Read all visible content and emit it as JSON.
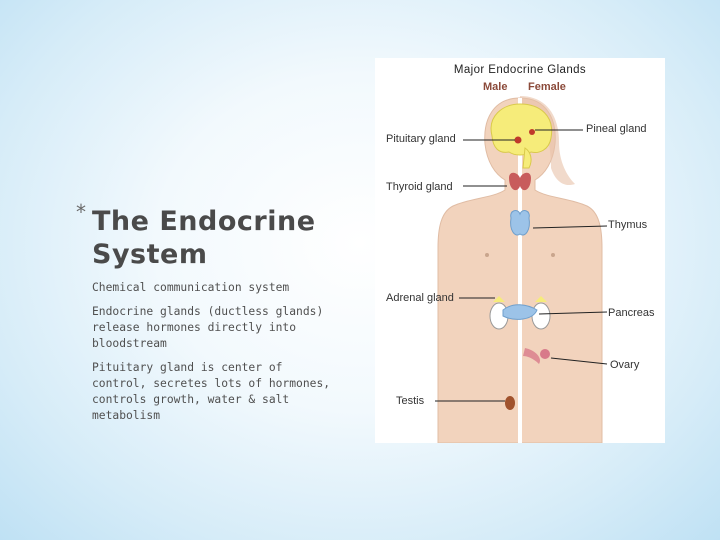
{
  "slide": {
    "bullet_symbol": "*",
    "title": "The Endocrine System",
    "bullets": [
      "Chemical communication system",
      "Endocrine glands (ductless glands) release hormones directly into bloodstream",
      "Pituitary gland is center of control, secretes lots of hormones, controls growth, water & salt metabolism"
    ]
  },
  "figure": {
    "title": "Major Endocrine Glands",
    "male_label": "Male",
    "female_label": "Female",
    "labels": {
      "pituitary": "Pituitary gland",
      "pineal": "Pineal gland",
      "thyroid": "Thyroid gland",
      "thymus": "Thymus",
      "adrenal": "Adrenal gland",
      "pancreas": "Pancreas",
      "ovary": "Ovary",
      "testis": "Testis"
    },
    "colors": {
      "skin": "#f2d3bd",
      "brain": "#f6ec7a",
      "gland_blue": "#9cc3e8",
      "thyroid_red": "#c85c5c",
      "ovary_pink": "#d87a8a",
      "testis_brown": "#a0522d"
    }
  }
}
